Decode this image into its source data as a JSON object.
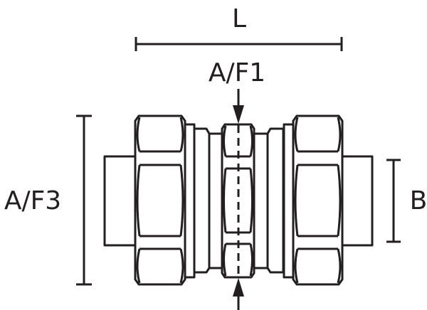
{
  "labels": {
    "length": "L",
    "across_flats_1": "A/F1",
    "across_flats_3": "A/F3",
    "bore": "B"
  },
  "colors": {
    "line": "#231f20",
    "background": "#ffffff"
  }
}
